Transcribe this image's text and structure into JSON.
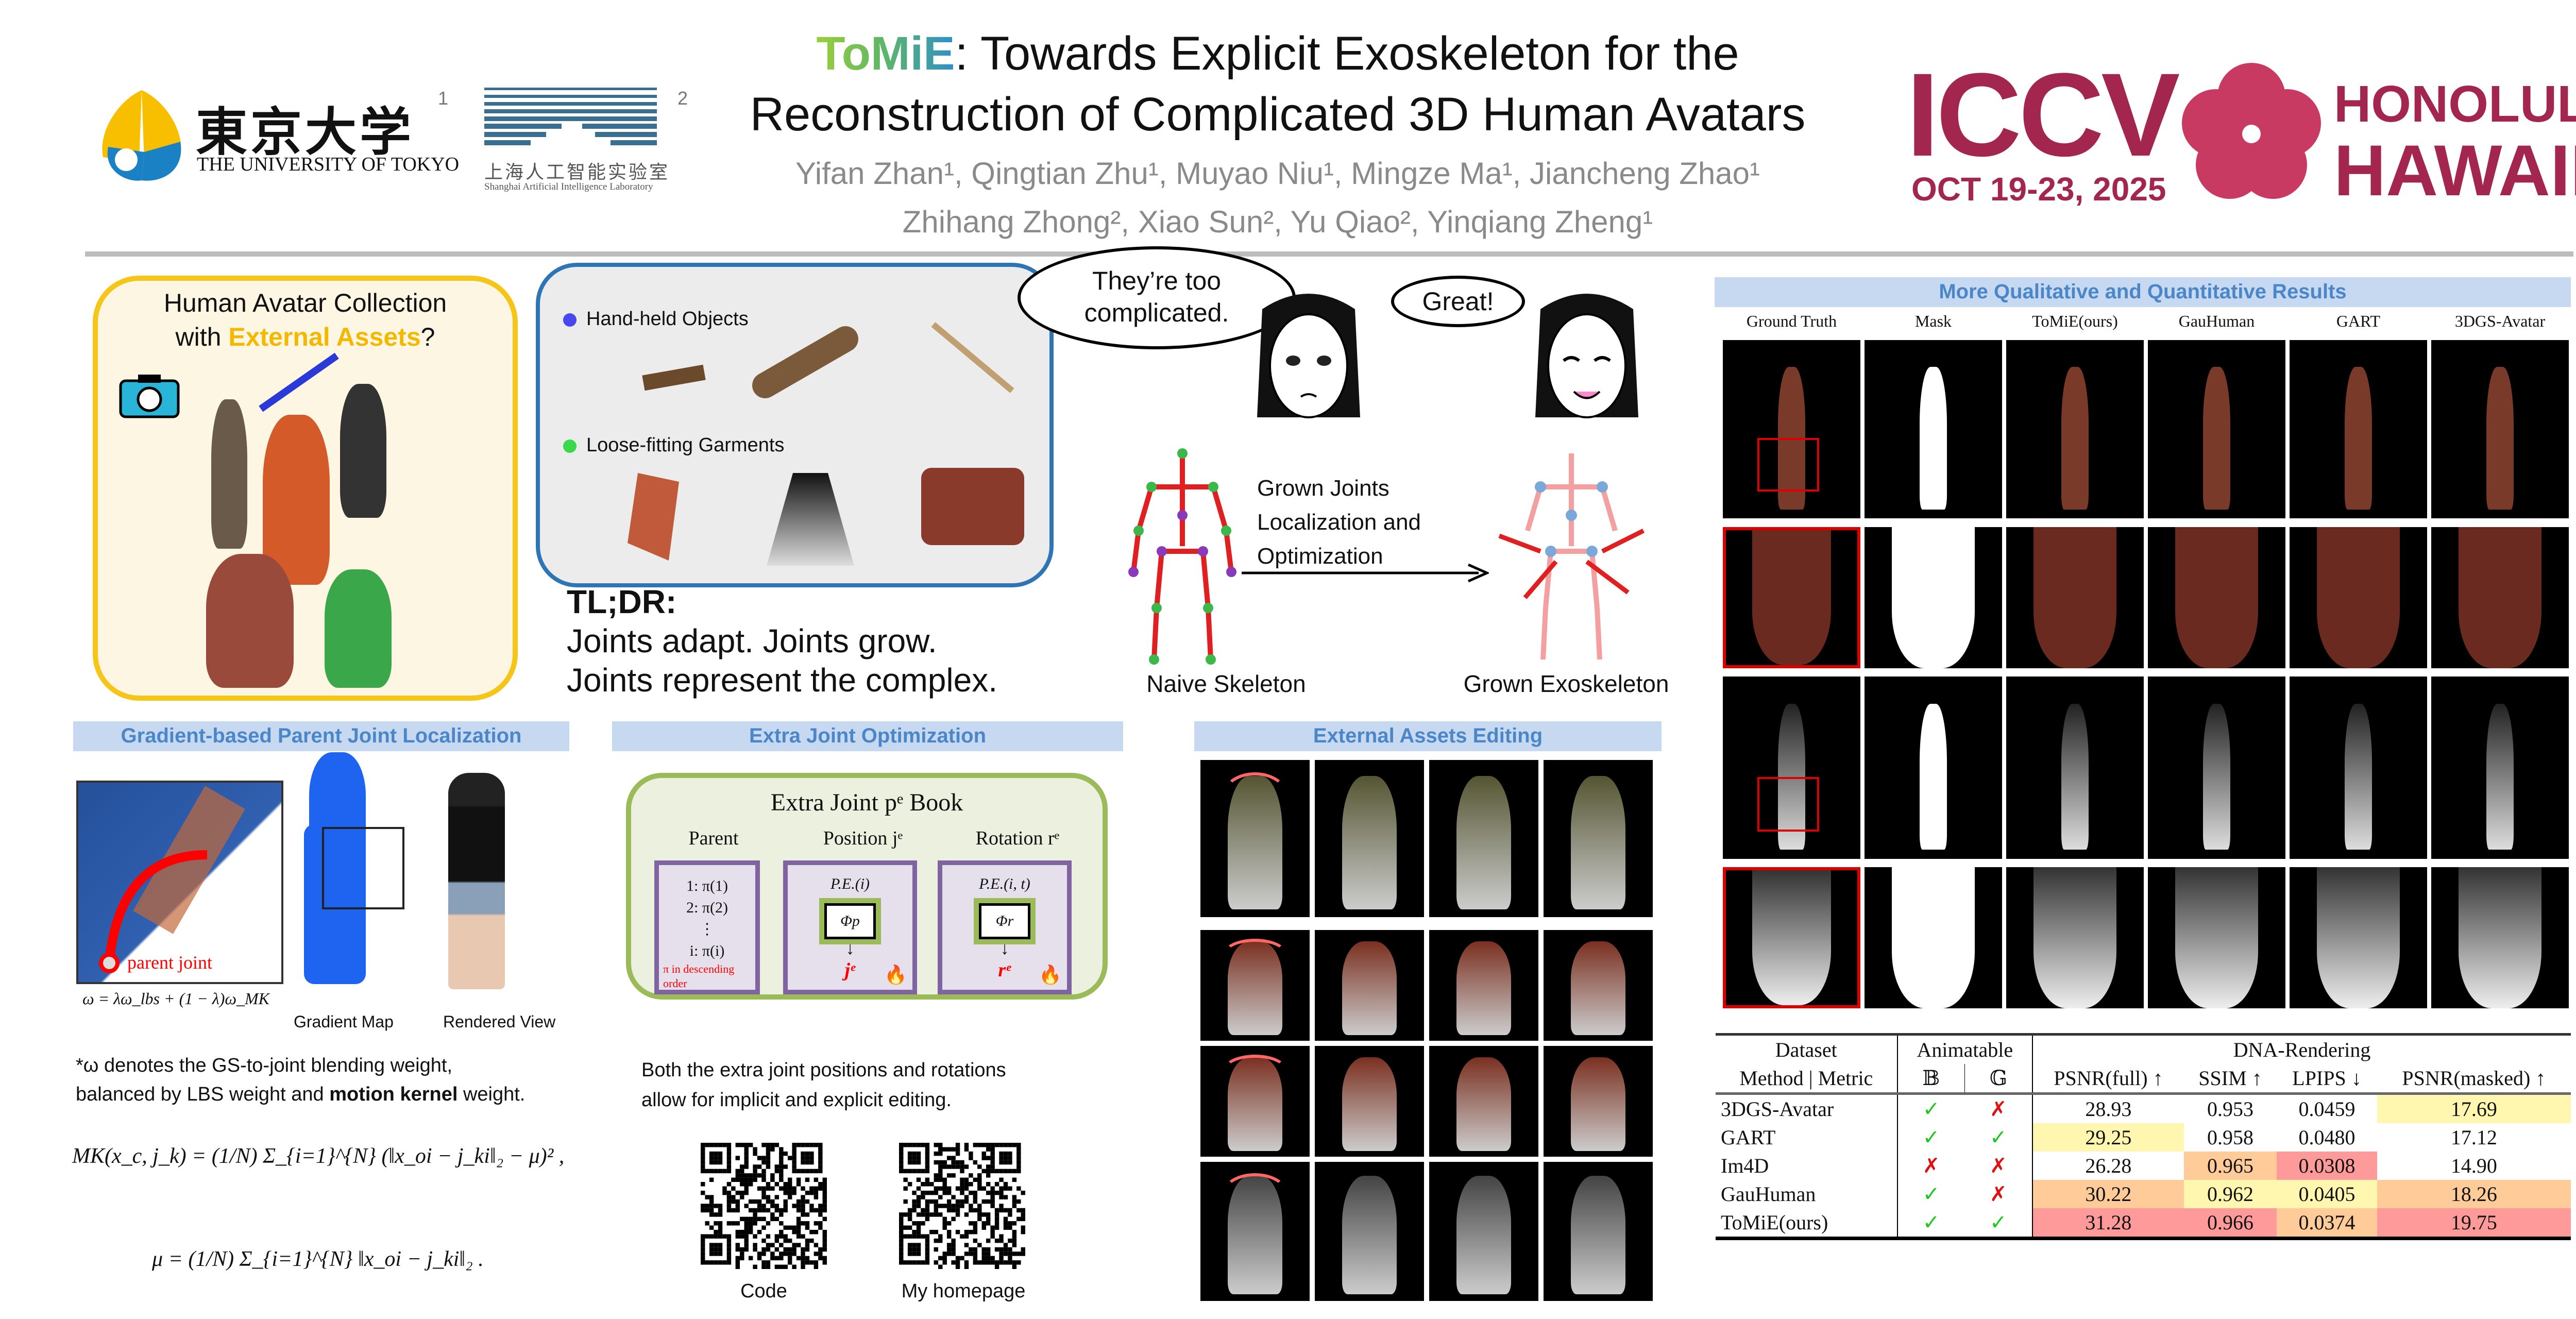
{
  "header": {
    "brand": "ToMiE",
    "title_line1_rest": ": Towards Explicit Exoskeleton for the",
    "title_line2": "Reconstruction of Complicated 3D Human Avatars",
    "authors_line1": "Yifan Zhan¹, Qingtian Zhu¹, Muyao Niu¹, Mingze Ma¹, Jiancheng Zhao¹",
    "authors_line2": "Zhihang Zhong², Xiao Sun², Yu Qiao², Yinqiang Zheng¹",
    "affil1": {
      "name_cjk": "東京大学",
      "name_en": "THE UNIVERSITY OF TOKYO",
      "mark": "1"
    },
    "affil2": {
      "name_cjk": "上海人工智能实验室",
      "name_en": "Shanghai Artificial Intelligence Laboratory",
      "mark": "2"
    },
    "conference": {
      "name": "ICCV",
      "date": "OCT 19-23, 2025",
      "place1": "HONOLULU",
      "place2": "HAWAII"
    }
  },
  "teaser": {
    "collection_line1": "Human Avatar Collection",
    "collection_line2_pre": "with ",
    "collection_highlight": "External Assets",
    "collection_line2_post": "?",
    "hand_held": "Hand-held Objects",
    "loose": "Loose-fitting Garments",
    "tldr_title": "TL;DR:",
    "tldr_lines": [
      "Joints adapt. Joints grow.",
      "Joints represent the complex."
    ],
    "speech1": "They’re too complicated.",
    "speech2": "Great!",
    "arrow_label": "Grown Joints Localization and Optimization",
    "naive": "Naive Skeleton",
    "grown": "Grown Exoskeleton"
  },
  "sec1": {
    "heading": "Gradient-based Parent Joint Localization",
    "parent_joint": "parent joint",
    "omega_eq": "ω = λω_lbs + (1 − λ)ω_MK",
    "gradient_map": "Gradient Map",
    "rendered_view": "Rendered View",
    "note_line1": "*ω denotes the GS-to-joint blending weight,",
    "note_line2_pre": "balanced by LBS weight and ",
    "note_bold": "motion kernel",
    "note_line2_post": " weight.",
    "mk_eq": "MK(x_c, j_k) = (1/N) Σ_{i=1}^{N} (‖x_oi − j_ki‖₂ − μ)² ,",
    "mu_eq": "μ = (1/N) Σ_{i=1}^{N} ‖x_oi − j_ki‖₂ ."
  },
  "sec2": {
    "heading": "Extra Joint Optimization",
    "book_title": "Extra Joint pᵉ Book",
    "col_parent": "Parent",
    "col_position": "Position jᵉ",
    "col_rotation": "Rotation rᵉ",
    "parent_items": [
      "1: π(1)",
      "2: π(2)",
      "⋮",
      "i: π(i)"
    ],
    "parent_note": "π in descending order",
    "pe_pos": "P.E.(i)",
    "pe_rot": "P.E.(i, t)",
    "phi_p": "Φp",
    "phi_r": "Φr",
    "out_pos": "jᵉ",
    "out_rot": "rᵉ",
    "caption_line1": "Both the extra joint positions and rotations",
    "caption_line2": "allow for implicit and explicit editing.",
    "qr1_label": "Code",
    "qr2_label": "My homepage"
  },
  "sec3": {
    "heading": "External Assets Editing"
  },
  "results": {
    "heading": "More Qualitative and Quantitative Results",
    "columns": [
      "Ground Truth",
      "Mask",
      "ToMiE(ours)",
      "GauHuman",
      "GART",
      "3DGS-Avatar"
    ],
    "table": {
      "h_dataset": "Dataset",
      "h_method": "Method",
      "h_metric": "Metric",
      "h_animatable": "Animatable",
      "h_b": "𝔹",
      "h_g": "𝔾",
      "h_dna": "DNA-Rendering",
      "metrics": [
        "PSNR(full) ↑",
        "SSIM ↑",
        "LPIPS ↓",
        "PSNR(masked) ↑"
      ],
      "rows": [
        {
          "method": "3DGS-Avatar",
          "b": "✓",
          "g": "✗",
          "vals": [
            "28.93",
            "0.953",
            "0.0459",
            "17.69"
          ],
          "hl": [
            "",
            "",
            "",
            "y"
          ]
        },
        {
          "method": "GART",
          "b": "✓",
          "g": "✓",
          "vals": [
            "29.25",
            "0.958",
            "0.0480",
            "17.12"
          ],
          "hl": [
            "y",
            "",
            "",
            ""
          ]
        },
        {
          "method": "Im4D",
          "b": "✗",
          "g": "✗",
          "vals": [
            "26.28",
            "0.965",
            "0.0308",
            "14.90"
          ],
          "hl": [
            "",
            "o",
            "r",
            ""
          ]
        },
        {
          "method": "GauHuman",
          "b": "✓",
          "g": "✗",
          "vals": [
            "30.22",
            "0.962",
            "0.0405",
            "18.26"
          ],
          "hl": [
            "o",
            "y",
            "y",
            "o"
          ]
        },
        {
          "method": "ToMiE(ours)",
          "b": "✓",
          "g": "✓",
          "vals": [
            "31.28",
            "0.966",
            "0.0374",
            "19.75"
          ],
          "hl": [
            "r",
            "r",
            "o",
            "r"
          ]
        }
      ]
    }
  },
  "colors": {
    "accent_blue": "#4a86c8",
    "header_bg": "#c6d9f0",
    "yellow": "#f5c518",
    "iccv": "#a3264f"
  }
}
